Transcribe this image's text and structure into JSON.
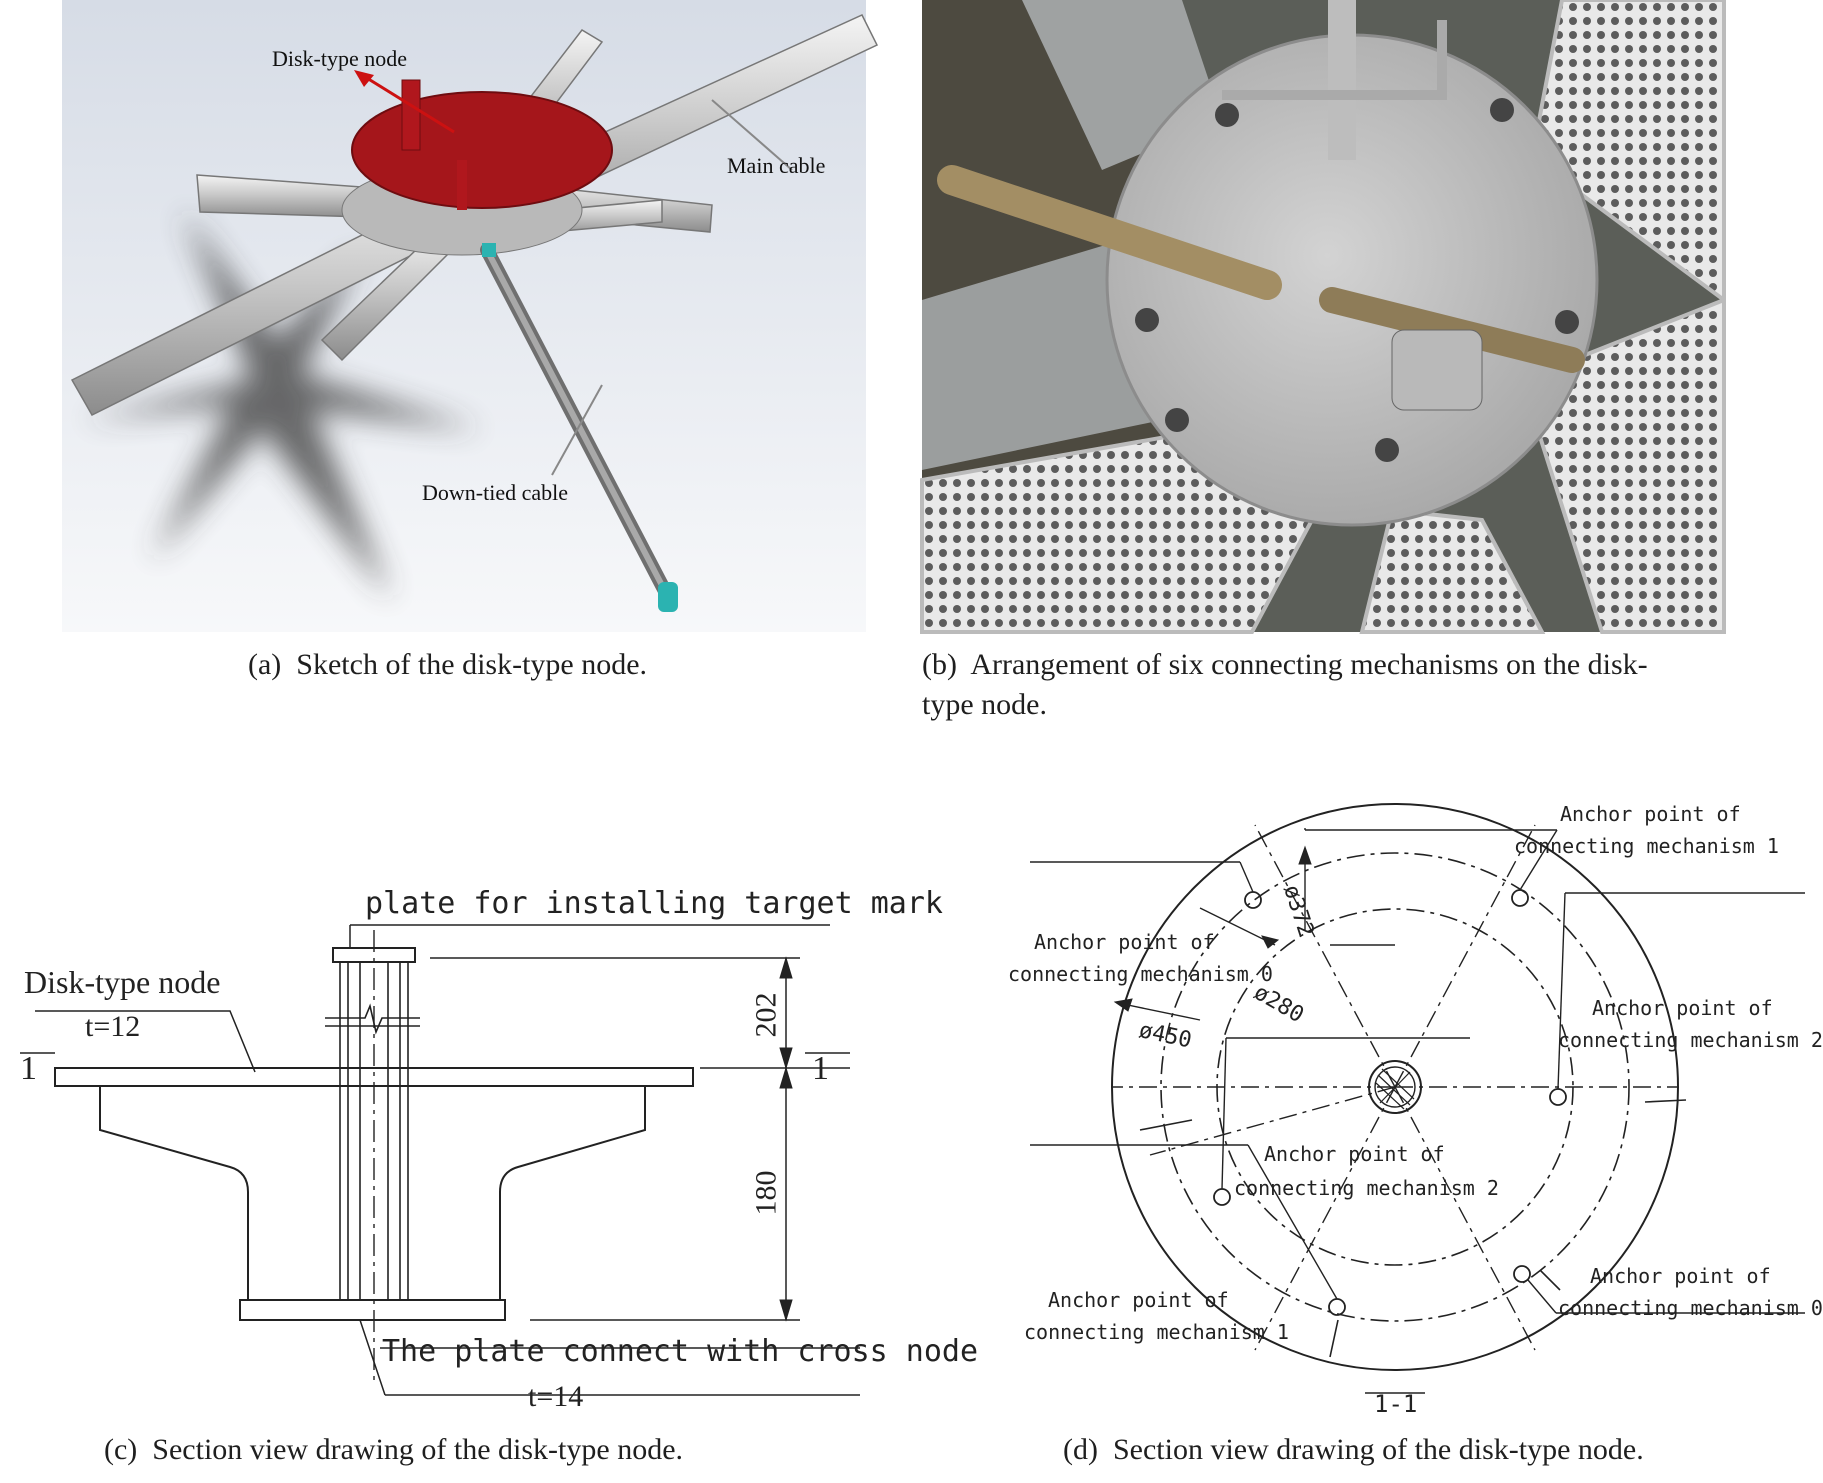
{
  "figure": {
    "panel_a": {
      "labels": {
        "disk_node": "Disk-type node",
        "main_cable": "Main cable",
        "down_tied_cable": "Down-tied cable"
      },
      "caption_tag": "(a)",
      "caption": "Sketch of the disk-type node.",
      "colors": {
        "disk": "#a5161b",
        "cable": "#c8c8c8",
        "anchor": "#2bb3b1"
      }
    },
    "panel_b": {
      "caption_tag": "(b)",
      "caption_line1": "Arrangement of six connecting mechanisms on the disk-",
      "caption_line2": "type node."
    },
    "panel_c": {
      "label_plate_top": "plate for installing target mark",
      "label_disk": "Disk-type node",
      "label_t12": "t=12",
      "section_left": "1",
      "section_right": "1",
      "dim_202": "202",
      "dim_180": "180",
      "label_plate_bottom": "The plate connect with cross node",
      "label_t14": "t=14",
      "caption_tag": "(c)",
      "caption": "Section view drawing of the disk-type node."
    },
    "panel_d": {
      "anchor_1_top_l1": "Anchor point of",
      "anchor_1_top_l2": "connecting mechanism 1",
      "anchor_0_left_l1": "Anchor point of",
      "anchor_0_left_l2": "connecting mechanism 0",
      "anchor_2_right_l1": "Anchor point of",
      "anchor_2_right_l2": "connecting mechanism 2",
      "anchor_2_mid_l1": "Anchor point of",
      "anchor_2_mid_l2": "connecting mechanism 2",
      "anchor_1_bottom_l1": "Anchor point of",
      "anchor_1_bottom_l2": "connecting mechanism 1",
      "anchor_0_right_l1": "Anchor point of",
      "anchor_0_right_l2": "connecting mechanism 0",
      "dia_372": "ø372",
      "dia_280": "ø280",
      "dia_450": "ø450",
      "section_label": "1-1",
      "caption_tag": "(d)",
      "caption": "Section view drawing of the disk-type node."
    }
  }
}
